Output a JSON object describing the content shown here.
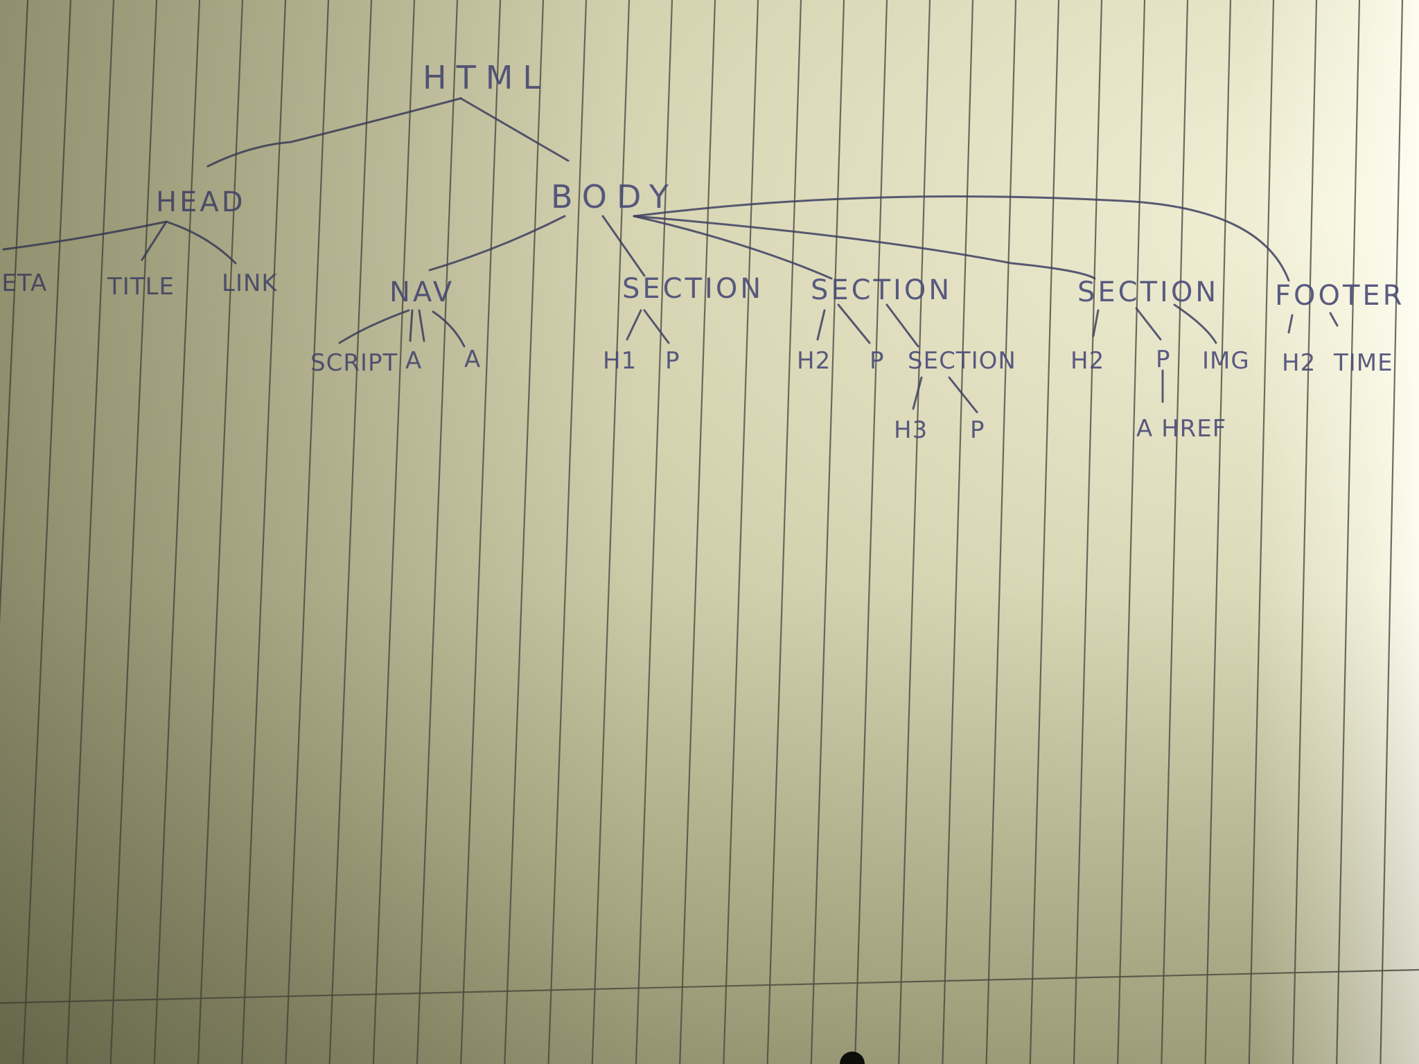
{
  "diagram": {
    "nodes": {
      "html": "HTML",
      "head": "HEAD",
      "body": "BODY",
      "meta": "META",
      "title": "TITLE",
      "link": "LINK",
      "nav": "NAV",
      "script": "SCRIPT",
      "nav_a": "A",
      "nav_a2": "A",
      "section1": "SECTION",
      "s1_h1": "H1",
      "s1_p": "P",
      "section2": "SECTION",
      "s2_h2": "H2",
      "s2_p": "P",
      "section2_inner": "SECTION",
      "s2i_h3": "H3",
      "s2i_p": "P",
      "section3": "SECTION",
      "s3_h2": "H2",
      "s3_p": "P",
      "s3_img": "IMG",
      "s3_href": "A HREF",
      "footer": "FOOTER",
      "f_h2": "H2",
      "f_time": "TIME"
    }
  }
}
